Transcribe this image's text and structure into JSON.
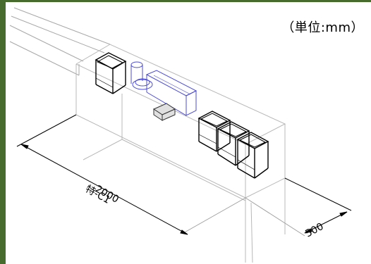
{
  "unit_label": "（単位:mm）",
  "dimensions": {
    "length_value": "2000",
    "length_name": "特-C1",
    "width_value": "500"
  },
  "colors": {
    "frame": "#476b2f",
    "outline": "#c0c0c0",
    "box_edge": "#000000",
    "pipe": "#4b4bd8",
    "dimension_line": "#000000"
  }
}
